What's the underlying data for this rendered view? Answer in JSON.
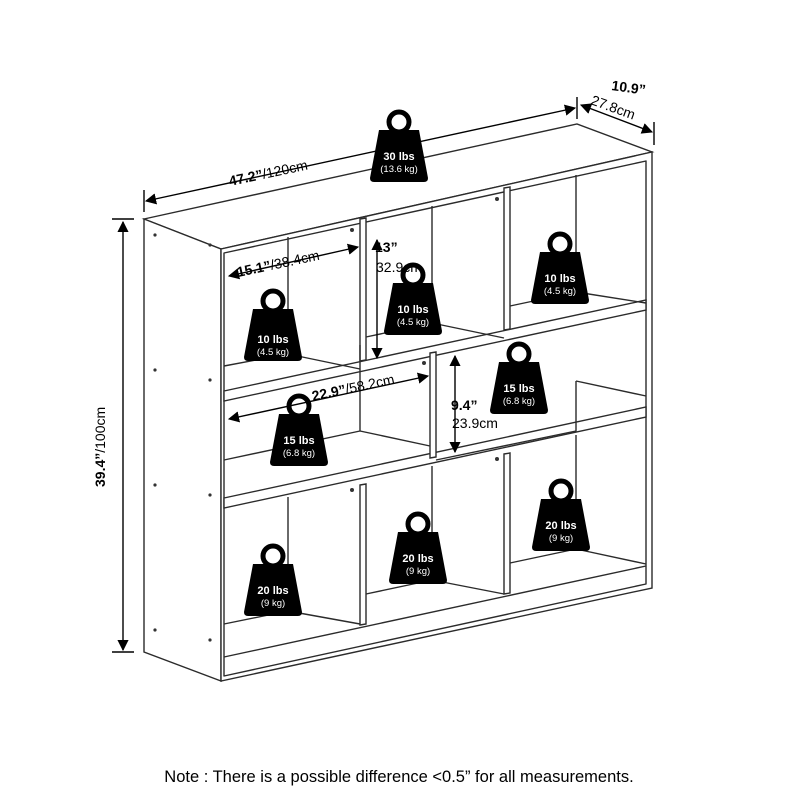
{
  "dimensions": {
    "width": {
      "inches": "47.2”",
      "metric": "/120cm"
    },
    "depth": {
      "inches": "10.9”",
      "metric": "27.8cm"
    },
    "height": {
      "inches": "39.4”",
      "metric": "/100cm"
    },
    "cube_width": {
      "inches": "15.1”",
      "metric": "/38.4cm"
    },
    "cube_height": {
      "inches": "13”",
      "metric": "32.9cm"
    },
    "wide_cube_width": {
      "inches": "22.9”",
      "metric": "/58.2cm"
    },
    "short_cube_height": {
      "inches": "9.4”",
      "metric": "23.9cm"
    }
  },
  "weights": {
    "top": {
      "lbs": "30 lbs",
      "kg": "(13.6 kg)"
    },
    "row1_left": {
      "lbs": "10 lbs",
      "kg": "(4.5 kg)"
    },
    "row1_mid": {
      "lbs": "10 lbs",
      "kg": "(4.5 kg)"
    },
    "row1_right": {
      "lbs": "10 lbs",
      "kg": "(4.5 kg)"
    },
    "row2_left": {
      "lbs": "15 lbs",
      "kg": "(6.8 kg)"
    },
    "row2_right": {
      "lbs": "15 lbs",
      "kg": "(6.8 kg)"
    },
    "row3_left": {
      "lbs": "20 lbs",
      "kg": "(9 kg)"
    },
    "row3_mid": {
      "lbs": "20 lbs",
      "kg": "(9 kg)"
    },
    "row3_right": {
      "lbs": "20 lbs",
      "kg": "(9 kg)"
    }
  },
  "note": "Note : There is a possible difference <0.5” for all measurements.",
  "icons": {
    "weight": "kettlebell-weight-icon"
  },
  "colors": {
    "line": "#2b2b2b",
    "weight_fill": "#000000",
    "weight_text": "#ffffff"
  }
}
